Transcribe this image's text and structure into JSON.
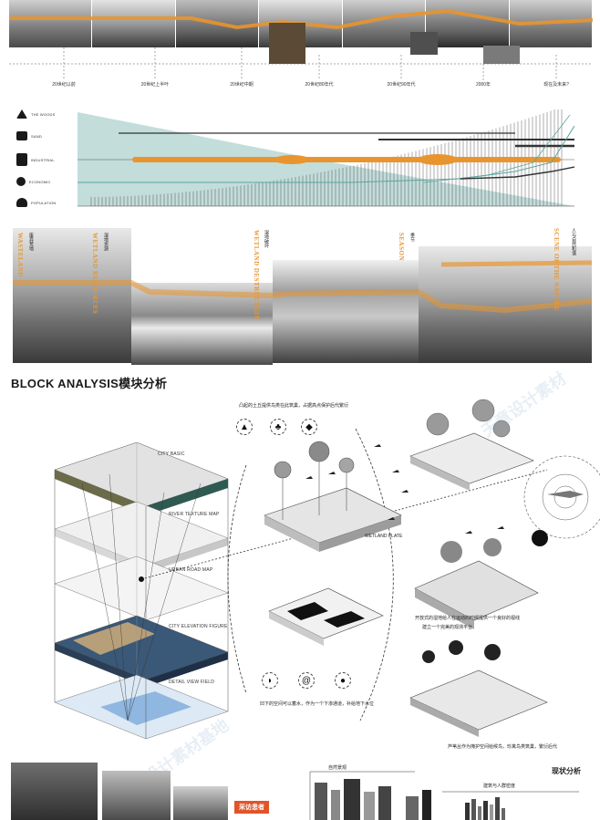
{
  "timeline": {
    "labels": [
      "20世纪以前",
      "20世纪上半叶",
      "20世纪中期",
      "20世纪80年代",
      "20世纪90年代",
      "2000年",
      "现在及未来?"
    ]
  },
  "legend": {
    "items": [
      {
        "label": "THE WOODS",
        "icon": "tree-icon"
      },
      {
        "label": "SAND",
        "icon": "truck-icon"
      },
      {
        "label": "INDUSTRIAL",
        "icon": "factory-icon"
      },
      {
        "label": "ECONOMIC",
        "icon": "coin-icon"
      },
      {
        "label": "POPULATION",
        "icon": "people-icon"
      }
    ],
    "colors": {
      "woods": "#a9cfcc",
      "industrial": "#e8952f",
      "economic": "#5aa5a0",
      "dark": "#333333"
    }
  },
  "panels": {
    "items": [
      {
        "title": "WASTELAND",
        "sub": "废弃荒地"
      },
      {
        "title": "WETLAND RESOURCES",
        "sub": "湿地资源"
      },
      {
        "title": "WETLAND DESTRUCTION",
        "sub": "湿地破坏"
      },
      {
        "title": "SEASON",
        "sub": "季节"
      },
      {
        "title": "SCENE OF THE NATURE",
        "sub": "人与自然和谐"
      }
    ]
  },
  "block": {
    "title": "BLOCK ANALYSIS模块分析",
    "layers": [
      "CITY BASIC",
      "RIVER TEXTURE MAP",
      "URBAN ROAD MAP",
      "CITY ELEVATION FIGURE",
      "DETAIL VIEW FIELD"
    ],
    "captions": {
      "top": "凸起的土丘提供鸟类在此筑巢，占据高点保护后代繁衍",
      "wetland_plate": "WETLAND PLATE",
      "mid": "开放式的湿地给人在运动的时候提供一个良好的视线",
      "mid2": "建立一个完美的观测平台",
      "bottom": "凹下的空间可以蓄水，作为一个下渗通道，补给地下水位",
      "bottom_right": "芦苇丛作为掩护空间给候鸟，珍禽鸟类筑巢，繁衍后代"
    }
  },
  "footer": {
    "right_title": "现状分析",
    "left_tag": "采访患者",
    "bar_title": "自然景观",
    "bar_sub": "建筑与人群密度"
  },
  "watermark": "天意设计素材基地"
}
